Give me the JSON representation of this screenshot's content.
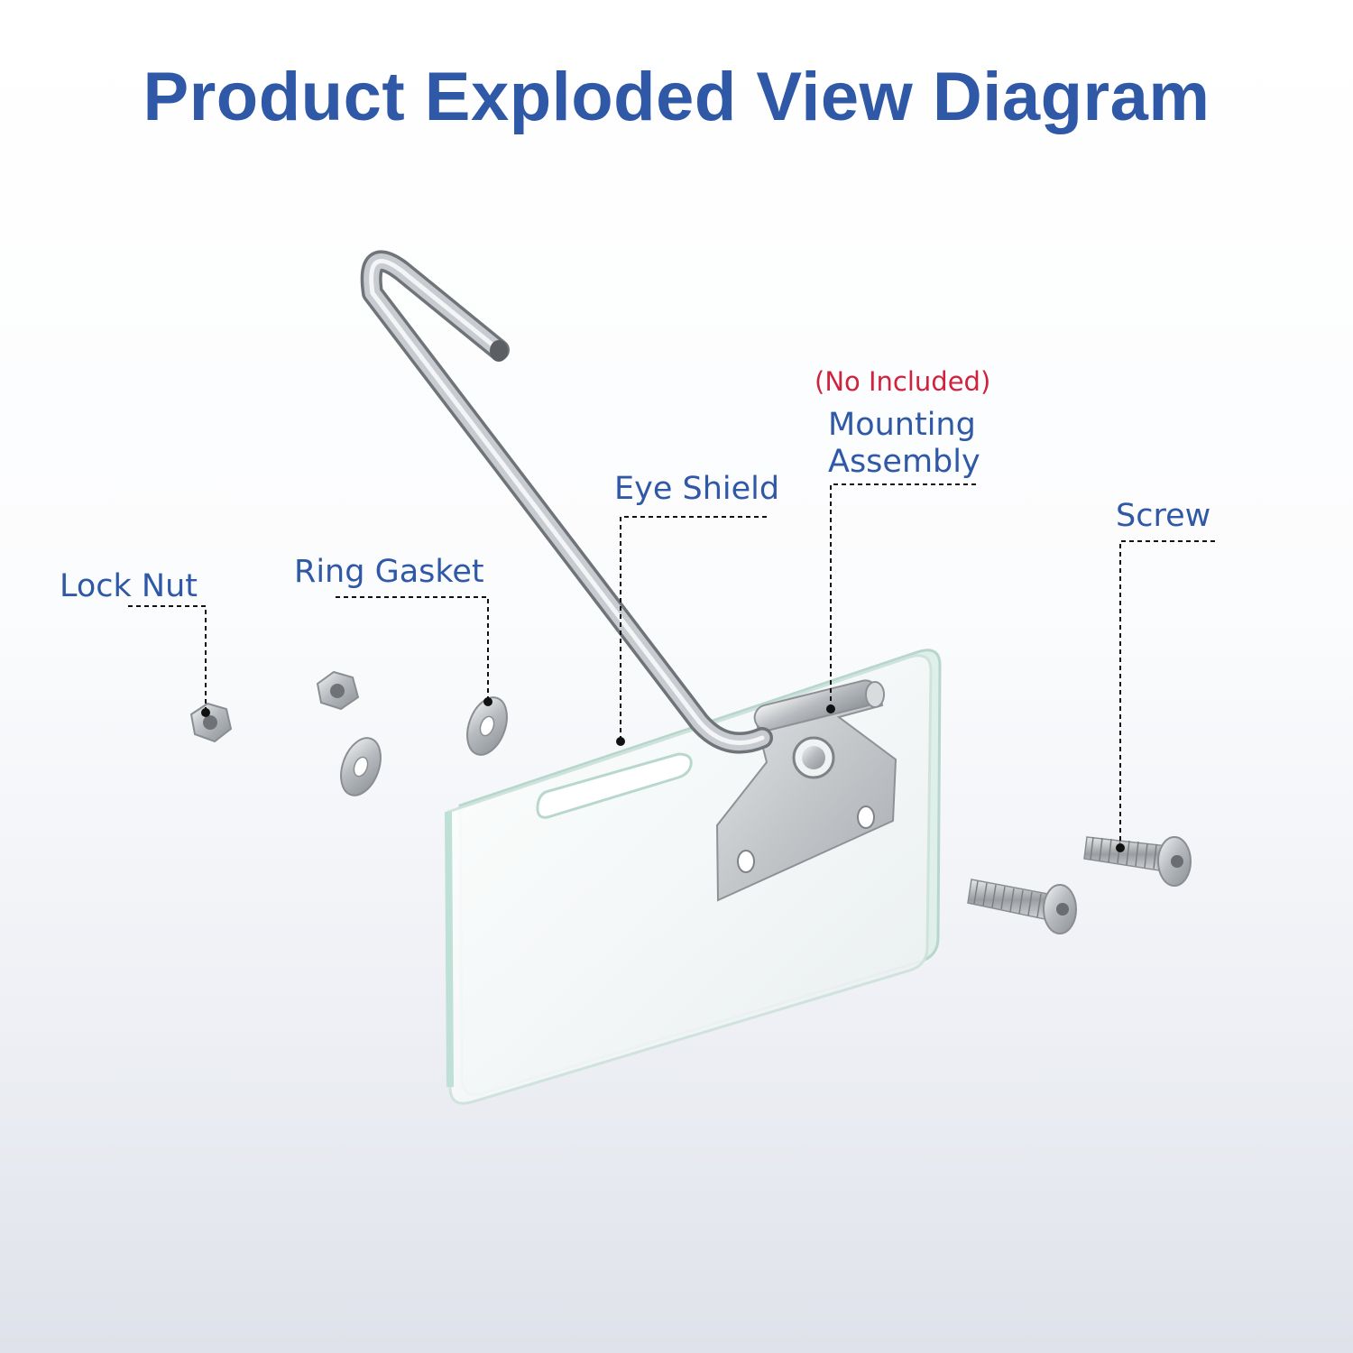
{
  "title": "Product Exploded View Diagram",
  "labels": {
    "lock_nut": "Lock Nut",
    "ring_gasket": "Ring Gasket",
    "eye_shield": "Eye Shield",
    "mounting_note": "(No Included)",
    "mounting_line1": "Mounting",
    "mounting_line2": "Assembly",
    "screw": "Screw"
  },
  "colors": {
    "title": "#2f58a6",
    "label": "#2f58a6",
    "note": "#d0213d",
    "leader": "#111111"
  }
}
